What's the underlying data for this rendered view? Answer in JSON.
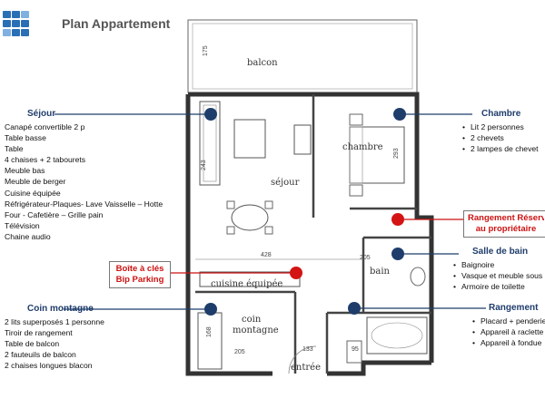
{
  "header": {
    "title": "Plan Appartement"
  },
  "plan": {
    "rooms": {
      "balcon": "balcon",
      "sejour": "séjour",
      "chambre": "chambre",
      "cuisine": "cuisine équipée",
      "coin": "coin",
      "montagne": "montagne",
      "bain": "bain",
      "entree": "entrée"
    },
    "dimensions": {
      "d175": "175",
      "d428": "428",
      "d293": "293",
      "d243": "243",
      "d205": "205",
      "d168": "168",
      "d133": "133",
      "d95": "95",
      "d205b": "205"
    }
  },
  "sejour": {
    "title": "Séjour",
    "items": [
      "Canapé convertible 2 p",
      "Table basse",
      "Table",
      "4 chaises + 2 tabourets",
      "Meuble bas",
      "Meuble de berger",
      "Cuisine équipée",
      "Réfrigérateur-Plaques- Lave Vaisselle – Hotte",
      "Four - Cafetière – Grille pain",
      "Télévision",
      "Chaine audio"
    ]
  },
  "chambre": {
    "title": "Chambre",
    "items": [
      "Lit 2 personnes",
      "2 chevets",
      "2 lampes de chevet"
    ]
  },
  "rangement_reserve": {
    "line1": "Rangement Réservé",
    "line2": "au propriétaire"
  },
  "salle_de_bain": {
    "title": "Salle  de bain",
    "items": [
      "Baignoire",
      "Vasque et meuble sous",
      "Armoire de toilette"
    ]
  },
  "boite_a_cles": {
    "line1": "Boîte à clés",
    "line2": "Bip Parking"
  },
  "coin_montagne": {
    "title": "Coin montagne",
    "items": [
      "2 lits superposés 1 personne",
      "Tiroir de rangement",
      "Table de balcon",
      "2 fauteuils de balcon",
      "2 chaises longues blacon"
    ]
  },
  "rangement": {
    "title": "Rangement",
    "items": [
      "Placard + penderie",
      "Appareil à raclette",
      "Appareil à fondue"
    ]
  },
  "colors": {
    "marker_blue": "#1f3d6b",
    "marker_red": "#d41414",
    "line_blue": "#1f3d6b",
    "line_red": "#cc1111"
  }
}
